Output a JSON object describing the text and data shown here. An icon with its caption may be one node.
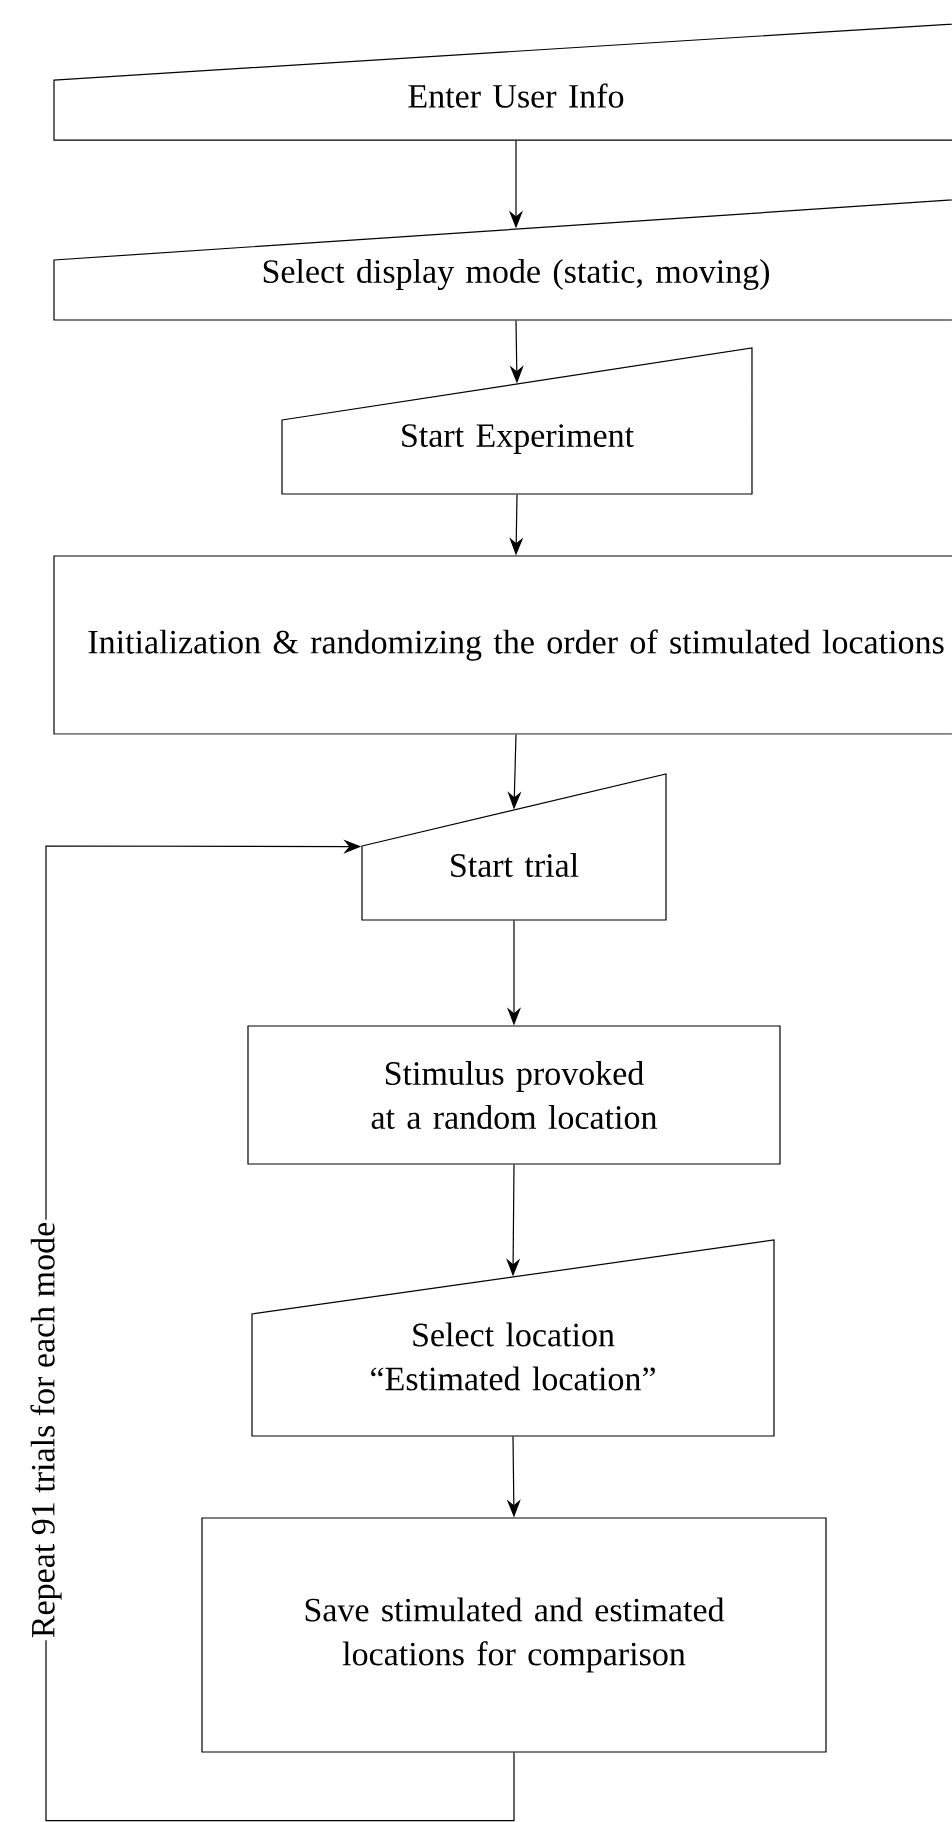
{
  "diagram": {
    "nodes": [
      {
        "text": [
          "Enter User Info"
        ]
      },
      {
        "text": [
          "Select display mode (static, moving)"
        ]
      },
      {
        "text": [
          "Start Experiment"
        ]
      },
      {
        "text": [
          "Initialization & randomizing the order of stimulated locations"
        ]
      },
      {
        "text": [
          "Start trial"
        ]
      },
      {
        "text": [
          "Stimulus provoked at a random location"
        ]
      },
      {
        "text": [
          "Select location “Estimated location”"
        ]
      },
      {
        "text": [
          "Save stimulated and estimated locations for comparison"
        ]
      }
    ],
    "edges": [
      {
        "from": 0,
        "to": 1,
        "arrow": "to"
      },
      {
        "from": 1,
        "to": 2,
        "arrow": "to"
      },
      {
        "from": 2,
        "to": 3,
        "arrow": "to"
      },
      {
        "from": 3,
        "to": 4,
        "arrow": "to"
      },
      {
        "from": 4,
        "to": 5,
        "arrow": "to"
      },
      {
        "from": 5,
        "to": 6,
        "arrow": "to"
      },
      {
        "from": 6,
        "to": 7,
        "arrow": "to"
      },
      {
        "from": 7,
        "to": 4,
        "arrow": "to",
        "label": "Repeat 91 trials for each mode"
      }
    ]
  }
}
